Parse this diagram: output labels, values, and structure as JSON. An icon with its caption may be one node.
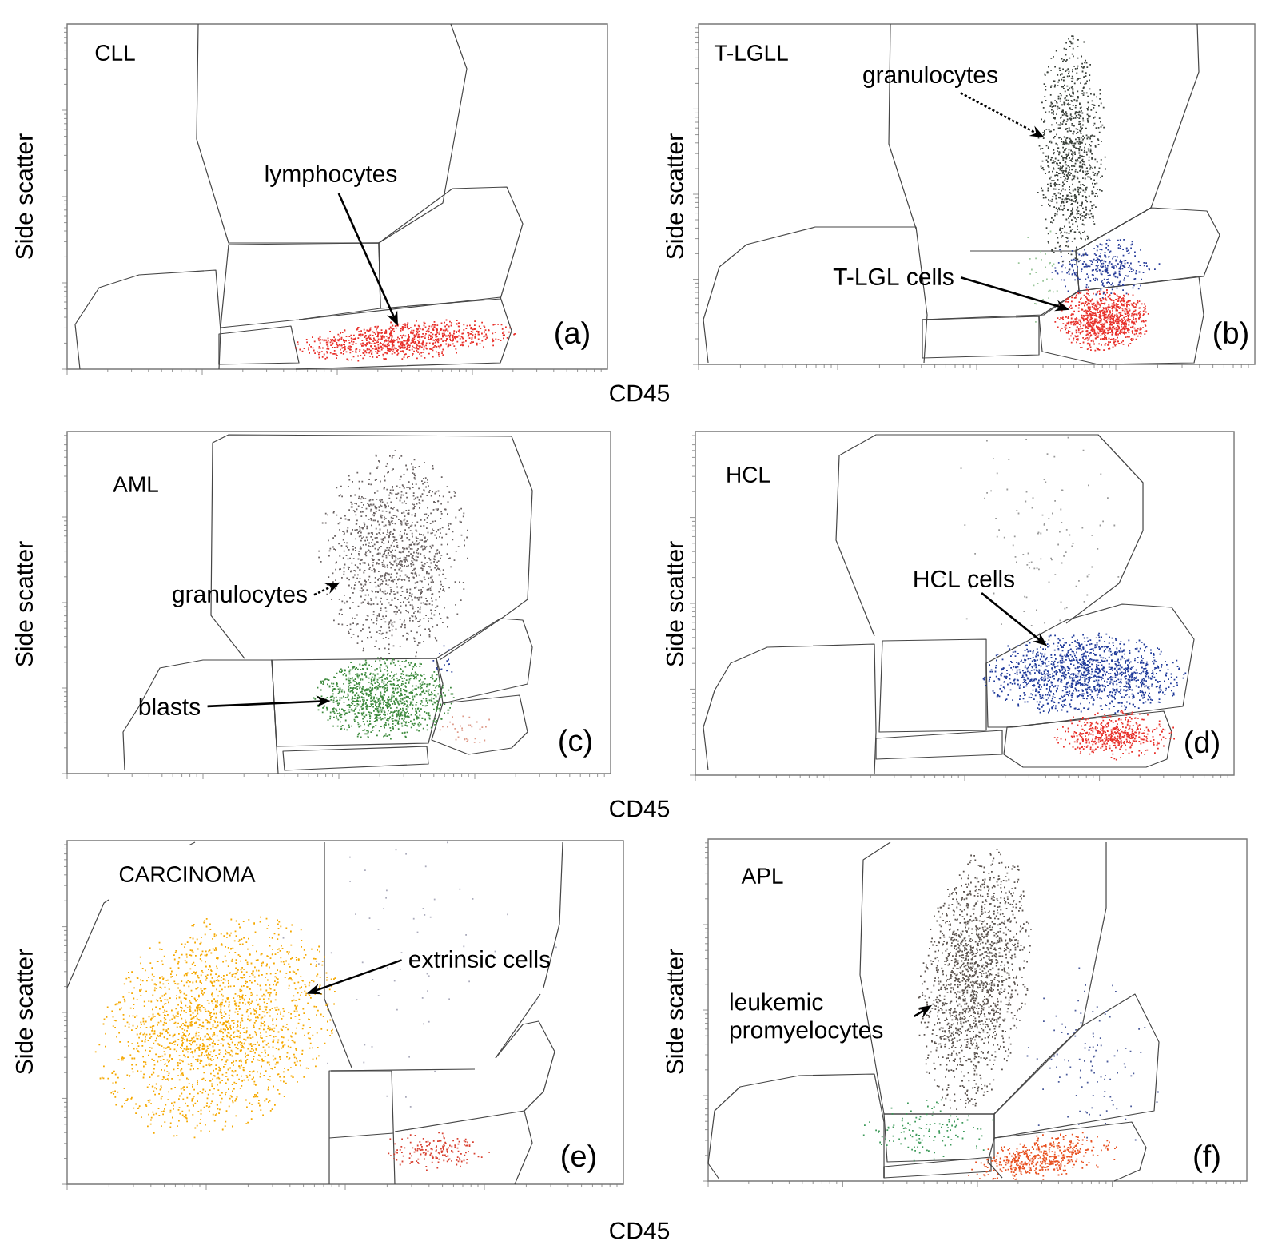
{
  "diagram": {
    "nodes": [
      {
        "text": [
          "CLL",
          "(a)"
        ]
      },
      {
        "text": [
          "lymphocytes"
        ],
        "in": 0
      },
      {
        "text": [],
        "shape": "cloud",
        "in": 0
      },
      {
        "text": [
          "T-LGLL",
          "(b)"
        ]
      },
      {
        "text": [
          "granulocytes"
        ],
        "in": 3
      },
      {
        "text": [],
        "shape": "cloud",
        "in": 3
      },
      {
        "text": [
          "T-LGL cells"
        ],
        "in": 3
      },
      {
        "text": [],
        "shape": "cloud",
        "in": 3
      },
      {
        "text": [
          "AML",
          "(c)"
        ]
      },
      {
        "text": [
          "granulocytes"
        ],
        "in": 8
      },
      {
        "text": [],
        "shape": "cloud",
        "in": 8
      },
      {
        "text": [
          "blasts"
        ],
        "in": 8
      },
      {
        "text": [],
        "shape": "cloud",
        "in": 8
      },
      {
        "text": [
          "HCL",
          "(d)"
        ]
      },
      {
        "text": [
          "HCL cells"
        ],
        "in": 13
      },
      {
        "text": [],
        "shape": "cloud",
        "in": 13
      },
      {
        "text": [
          "CARCINOMA",
          "(e)"
        ]
      },
      {
        "text": [
          "extrinsic cells"
        ],
        "in": 16
      },
      {
        "text": [],
        "shape": "cloud",
        "in": 16
      },
      {
        "text": [
          "APL",
          "(f)"
        ]
      },
      {
        "text": [
          "leukemic promyelocytes"
        ],
        "in": 19
      },
      {
        "text": [],
        "shape": "cloud",
        "in": 19
      }
    ],
    "edges": [
      {
        "from": 1,
        "to": 2,
        "arrow": "to"
      },
      {
        "from": 4,
        "to": 5,
        "arrow": "to",
        "style": "dashed"
      },
      {
        "from": 6,
        "to": 7,
        "arrow": "to"
      },
      {
        "from": 9,
        "to": 10,
        "arrow": "to",
        "style": "dashed"
      },
      {
        "from": 11,
        "to": 12,
        "arrow": "to"
      },
      {
        "from": 14,
        "to": 15,
        "arrow": "to"
      },
      {
        "from": 17,
        "to": 18,
        "arrow": "to"
      },
      {
        "from": 20,
        "to": 21,
        "arrow": "to"
      }
    ],
    "labels": [
      "Side scatter",
      "Side scatter",
      "CD45",
      "Side scatter",
      "Side scatter",
      "CD45",
      "Side scatter",
      "Side scatter",
      "CD45"
    ]
  }
}
